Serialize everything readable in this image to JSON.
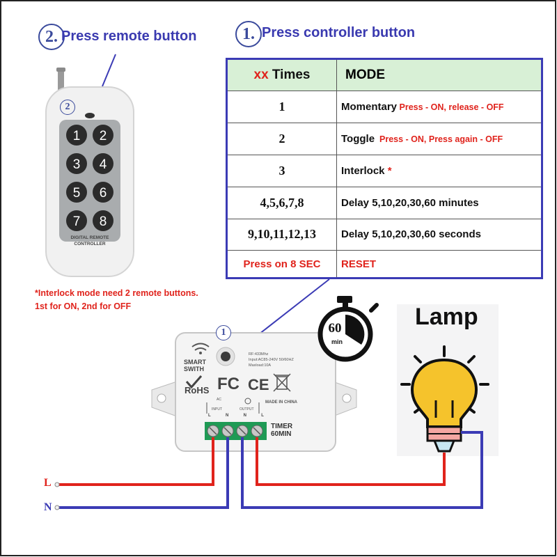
{
  "step2": {
    "number": "2.",
    "text": "Press remote button"
  },
  "step1": {
    "number": "1.",
    "text": "Press controller button"
  },
  "table": {
    "header": {
      "count_prefix": "xx",
      "count_label": " Times",
      "mode_label": "MODE"
    },
    "rows": [
      {
        "count": "1",
        "mode": "Momentary",
        "note": " Press - ON, release - OFF"
      },
      {
        "count": "2",
        "mode": "Toggle",
        "note": "  Press - ON, Press again - OFF"
      },
      {
        "count": "3",
        "mode": "Interlock",
        "note": " *"
      },
      {
        "count": "4,5,6,7,8",
        "mode": "Delay 5,10,20,30,60 minutes",
        "note": ""
      },
      {
        "count": "9,10,11,12,13",
        "mode": "Delay 5,10,20,30,60 seconds",
        "note": ""
      },
      {
        "count": "Press on 8 SEC",
        "mode": "RESET",
        "note": ""
      }
    ]
  },
  "interlock_note": {
    "line1": "*Interlock mode need 2 remote buttons.",
    "line2": "1st for ON, 2nd for OFF"
  },
  "remote": {
    "marker": "2",
    "buttons": [
      "1",
      "2",
      "3",
      "4",
      "5",
      "6",
      "7",
      "8"
    ],
    "label_line1": "DIGITAL REMOTE",
    "label_line2": "CONTROLLER"
  },
  "controller": {
    "marker": "1",
    "brand_line1": "SMART",
    "brand_line2": "SWITH",
    "rohs": "RoHS",
    "fc": "FC",
    "ce": "CE",
    "spec_line1": "RF:433Mhz",
    "spec_line2": "Input:AC85-240V 50/60HZ",
    "spec_line3": "Maxload:10A",
    "ac": "AC",
    "input_label": "INPUT",
    "output_label": "OUTPUT",
    "terminals": [
      "L",
      "N",
      "N",
      "L"
    ],
    "made_in": "MADE IN CHINA",
    "timer_line1": "TIMER",
    "timer_line2": "60MIN"
  },
  "timer_icon": {
    "number": "60",
    "unit": "min"
  },
  "lamp": {
    "title": "Lamp"
  },
  "wires": {
    "live_label": "L",
    "neutral_label": "N",
    "live_color": "#e0231c",
    "neutral_color": "#3b3bb5"
  },
  "colors": {
    "accent_blue": "#3b3bb5",
    "accent_red": "#e0231c",
    "header_green": "#d8f0d6",
    "bulb_yellow": "#f5c32c"
  }
}
